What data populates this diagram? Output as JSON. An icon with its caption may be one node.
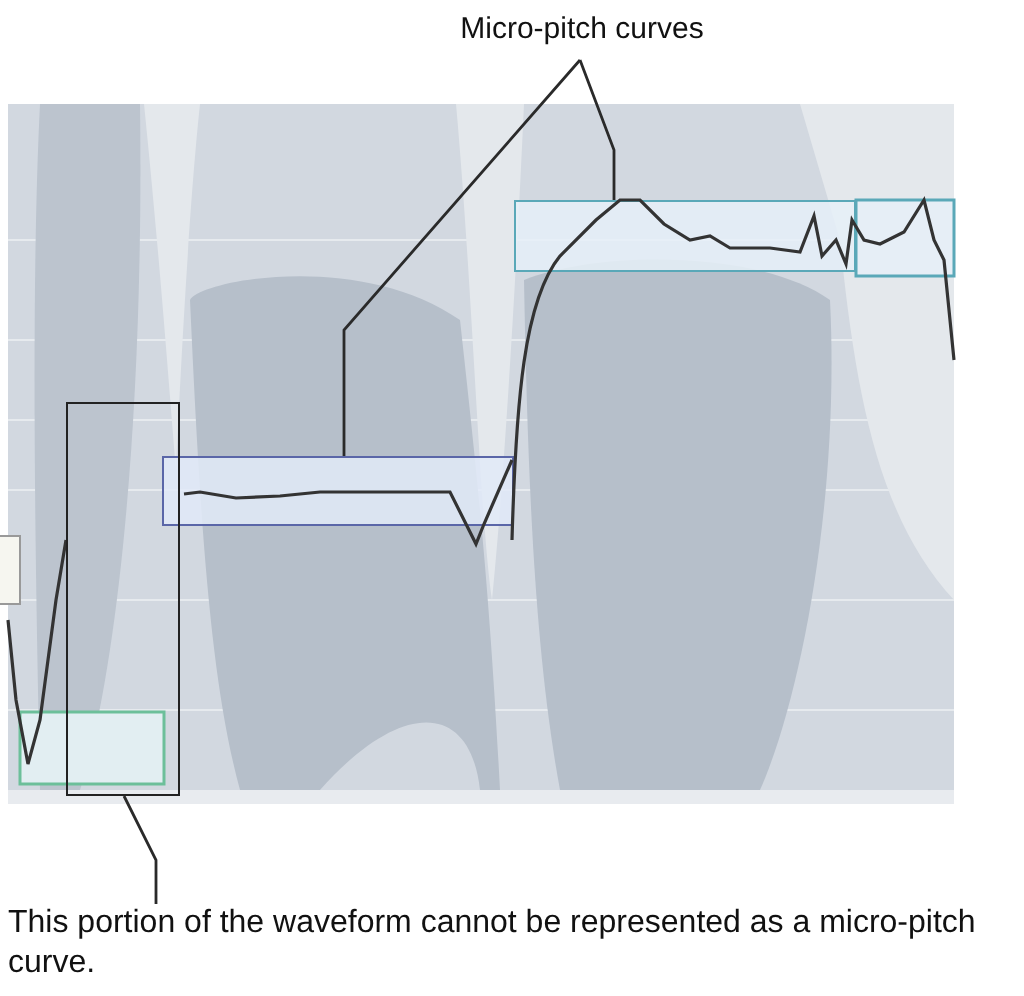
{
  "diagram": {
    "nodes": [
      {
        "text": [
          "Micro-pitch curves"
        ]
      },
      {
        "text": [],
        "shape": "box"
      },
      {
        "text": [],
        "shape": "box"
      },
      {
        "text": [],
        "shape": "box"
      },
      {
        "text": [
          "This portion of the waveform cannot be represented as a micro-pitch curve."
        ]
      }
    ],
    "edges": [
      {
        "from": 0,
        "to": 1,
        "arrow": "none"
      },
      {
        "from": 0,
        "to": 2,
        "arrow": "none"
      },
      {
        "from": 4,
        "to": 3,
        "arrow": "none"
      }
    ]
  }
}
